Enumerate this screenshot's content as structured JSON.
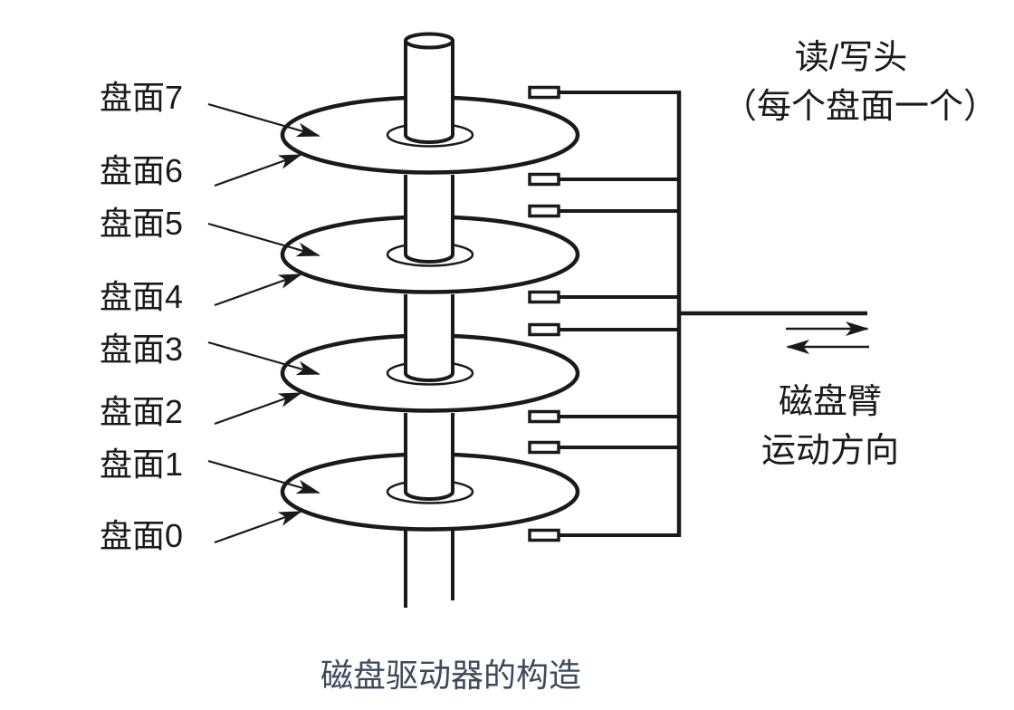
{
  "caption": "磁盘驱动器的构造",
  "surface_labels": [
    "盘面7",
    "盘面6",
    "盘面5",
    "盘面4",
    "盘面3",
    "盘面2",
    "盘面1",
    "盘面0"
  ],
  "right_labels": {
    "heads_line1": "读/写头",
    "heads_line2": "（每个盘面一个）",
    "arm_line1": "磁盘臂",
    "arm_line2": "运动方向"
  },
  "colors": {
    "ink": "#1a1a1a",
    "caption_text": "#3d4a5c",
    "background": "#ffffff"
  },
  "structure": {
    "platter_count": 4,
    "surfaces_per_platter": 2,
    "head_count": 8,
    "surface_numbering": "bottom surface 0 to top surface 7"
  }
}
